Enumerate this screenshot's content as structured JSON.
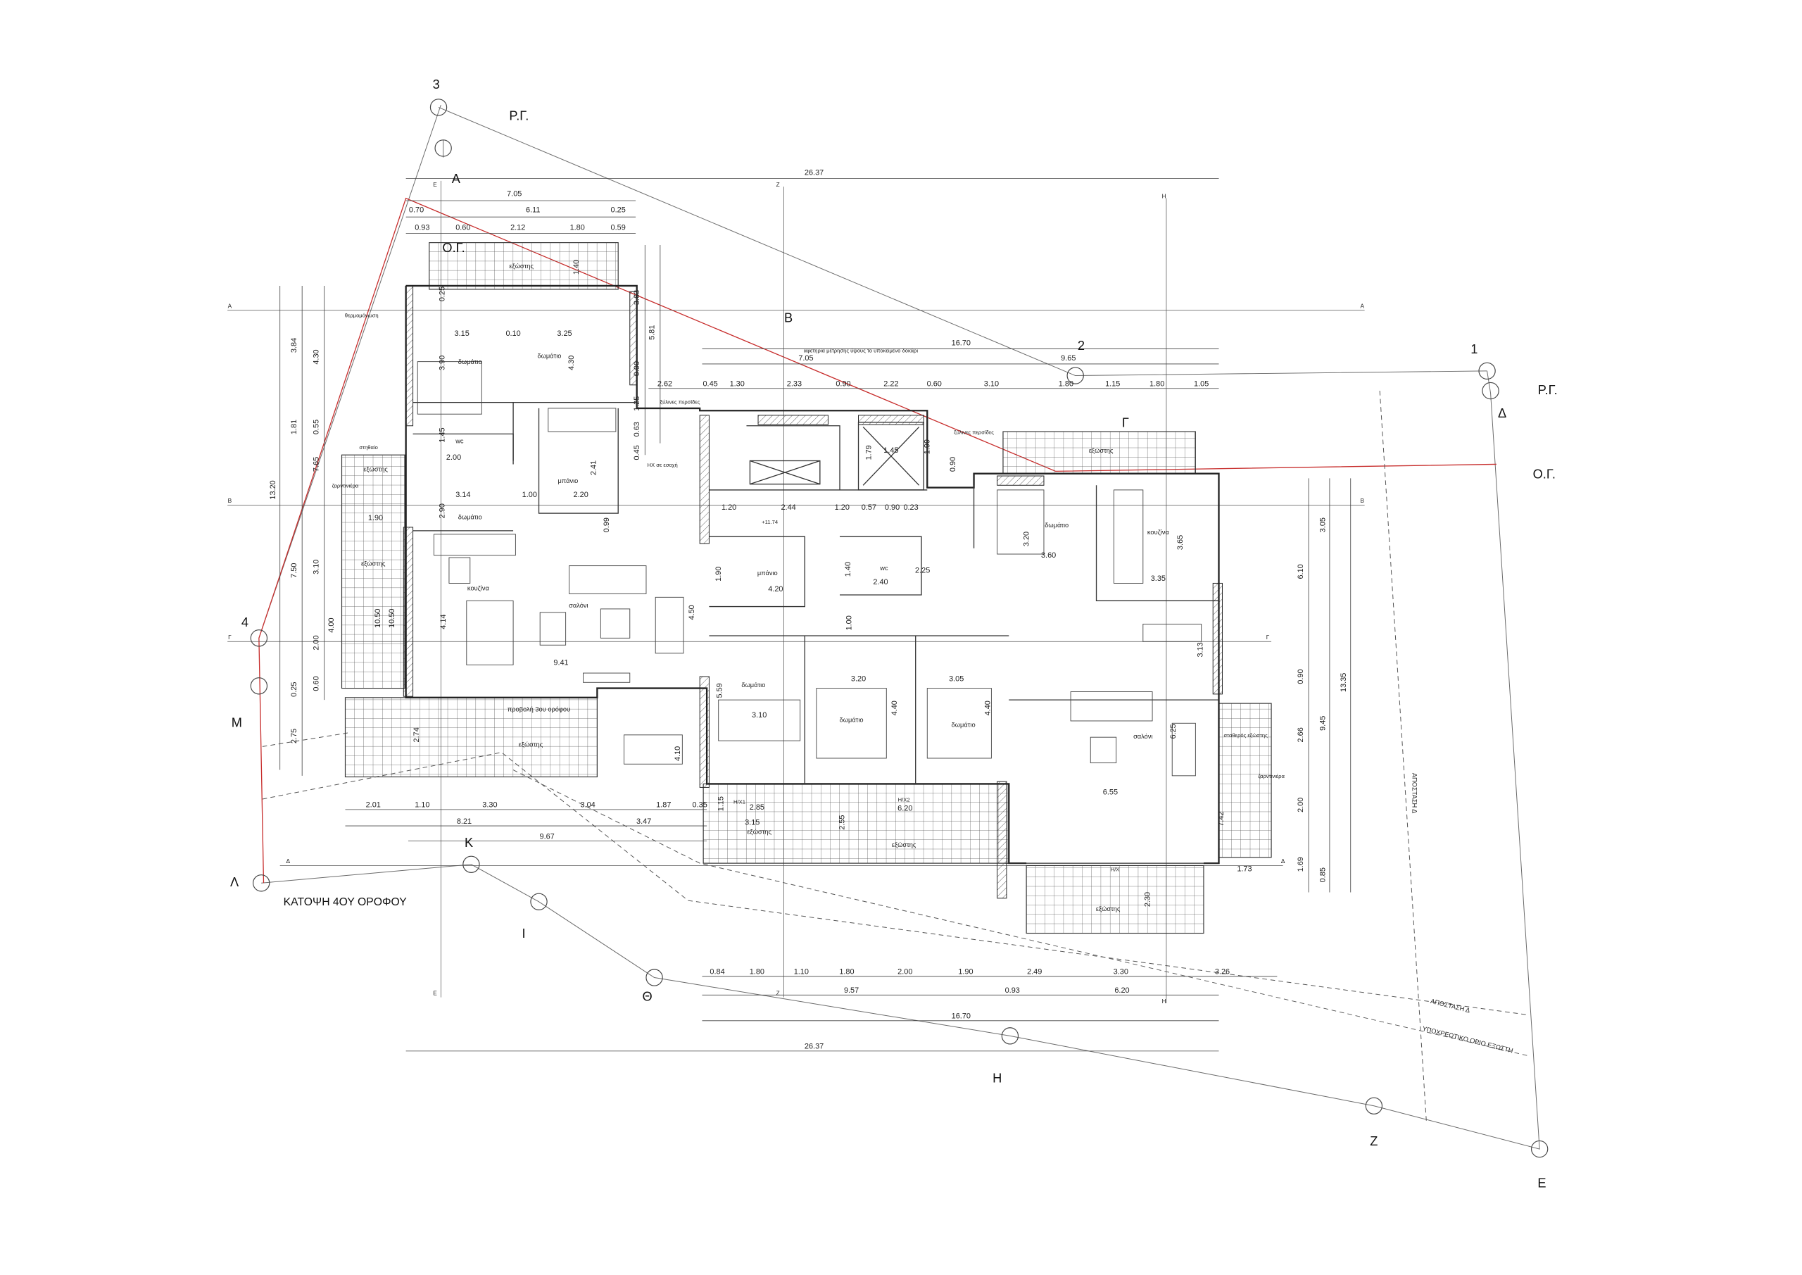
{
  "title": "ΚΑΤΟΨΗ 4ΟΥ ΟΡΟΦΟΥ",
  "colors": {
    "building_line": "#c8302f",
    "lines": "#6b6b6b",
    "text": "#222222"
  },
  "plot_points": [
    "3",
    "2",
    "1",
    "Δ",
    "Ε",
    "Ζ",
    "Η",
    "Θ",
    "Ι",
    "Κ",
    "Λ",
    "Μ",
    "4",
    "Α",
    "Β",
    "Γ"
  ],
  "line_labels": [
    "Ρ.Γ.",
    "Ρ.Γ.",
    "Ο.Γ.",
    "Ο.Γ."
  ],
  "setback_labels": [
    "ΑΠΟΣΤΑΣΗ Δ",
    "ΑΠΟΣΤΑΣΗ Δ",
    "ΥΠΟΧΡΕΩΤΙΚΟ ΟΡΙΟ ΕΞΩΣΤΗ"
  ],
  "axis_labels": [
    "Ε",
    "Ζ",
    "Η",
    "Ε",
    "Ζ",
    "Η",
    "Α",
    "Α",
    "Β",
    "Β",
    "Γ",
    "Γ",
    "Δ",
    "Δ"
  ],
  "rooms": [
    "εξώστης",
    "δωμάτιο",
    "δωμάτιο",
    "wc",
    "μπάνιο",
    "δωμάτιο",
    "κουζίνα",
    "σαλόνι",
    "μπάνιο",
    "δωμάτιο",
    "δωμάτιο",
    "δωμάτιο",
    "δωμάτιο",
    "κουζίνα",
    "σαλόνι",
    "προβολή 3ου ορόφου",
    "εξώστης",
    "εξώστης",
    "εξώστης",
    "εξώστης",
    "εξώστης",
    "εξώστης",
    "εξώστης",
    "wc"
  ],
  "notes": [
    "αφετηρία μέτρησης ύψους το υποκείμενο δοκάρι",
    "ξύλινες περσίδες",
    "ξύλινες περσίδες",
    "ΗΧ σε εσοχή",
    "+11.74",
    "Η/Χ1",
    "Η/Χ2",
    "Η/Χ",
    "θερμομόνωση",
    "στηθαίο",
    "ζαρντινιέρα",
    "ζαρντινιέρα",
    "σταθερός εξώστης"
  ],
  "dims": [
    "26.37",
    "7.05",
    "0.70",
    "6.11",
    "0.25",
    "0.93",
    "0.60",
    "2.12",
    "1.80",
    "0.59",
    "16.70",
    "7.05",
    "9.65",
    "2.62",
    "0.45",
    "1.30",
    "2.33",
    "0.90",
    "2.22",
    "0.60",
    "3.10",
    "1.80",
    "1.15",
    "1.80",
    "1.05",
    "13.20",
    "3.84",
    "4.30",
    "1.81",
    "0.55",
    "7.65",
    "7.50",
    "3.10",
    "2.00",
    "4.00",
    "0.25",
    "0.60",
    "2.75",
    "10.50",
    "10.50",
    "3.05",
    "6.10",
    "13.35",
    "0.90",
    "9.45",
    "2.66",
    "2.00",
    "1.69",
    "0.85",
    "3.63",
    "5.81",
    "0.90",
    "1.25",
    "0.63",
    "0.45",
    "2.01",
    "1.10",
    "3.30",
    "3.04",
    "1.87",
    "0.35",
    "1.15",
    "8.21",
    "3.47",
    "9.67",
    "0.84",
    "1.80",
    "1.10",
    "1.80",
    "2.00",
    "1.90",
    "2.49",
    "3.30",
    "3.26",
    "9.57",
    "0.93",
    "6.20",
    "16.70",
    "26.37",
    "3.15",
    "0.10",
    "3.25",
    "3.90",
    "4.30",
    "1.40",
    "2.00",
    "1.45",
    "3.14",
    "1.00",
    "2.20",
    "2.41",
    "1.20",
    "2.44",
    "1.20",
    "0.57",
    "0.90",
    "0.23",
    "1.79",
    "1.45",
    "1.99",
    "0.90",
    "1.90",
    "4.20",
    "1.40",
    "2.40",
    "2.25",
    "1.00",
    "4.50",
    "3.60",
    "3.20",
    "3.35",
    "3.65",
    "3.13",
    "4.14",
    "9.41",
    "0.99",
    "5.59",
    "3.10",
    "4.10",
    "3.20",
    "3.05",
    "4.40",
    "4.40",
    "6.25",
    "6.55",
    "2.85",
    "6.20",
    "3.15",
    "2.55",
    "7.42",
    "1.73",
    "2.30",
    "2.74",
    "1.90",
    "0.25",
    "2.90"
  ]
}
